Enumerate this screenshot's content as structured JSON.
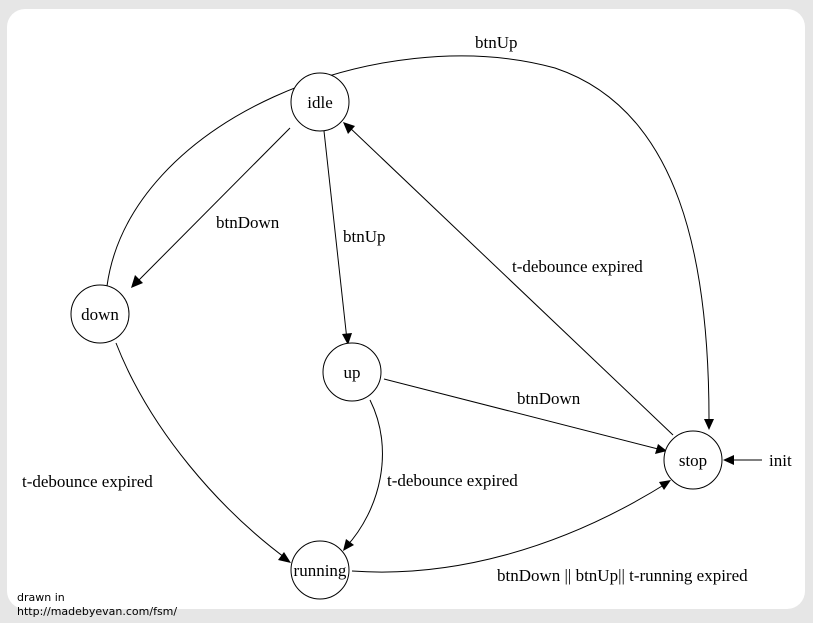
{
  "states": {
    "idle": "idle",
    "down": "down",
    "up": "up",
    "stop": "stop",
    "running": "running"
  },
  "edges": {
    "down_to_stop": "btnUp",
    "idle_to_down": "btnDown",
    "idle_to_up": "btnUp",
    "stop_to_idle": "t-debounce expired",
    "up_to_stop": "btnDown",
    "down_to_running": "t-debounce expired",
    "up_to_running": "t-debounce expired",
    "running_to_stop": "btnDown || btnUp|| t-running expired",
    "init": "init"
  },
  "credit": {
    "line1": "drawn in",
    "line2": "http://madebyevan.com/fsm/"
  }
}
